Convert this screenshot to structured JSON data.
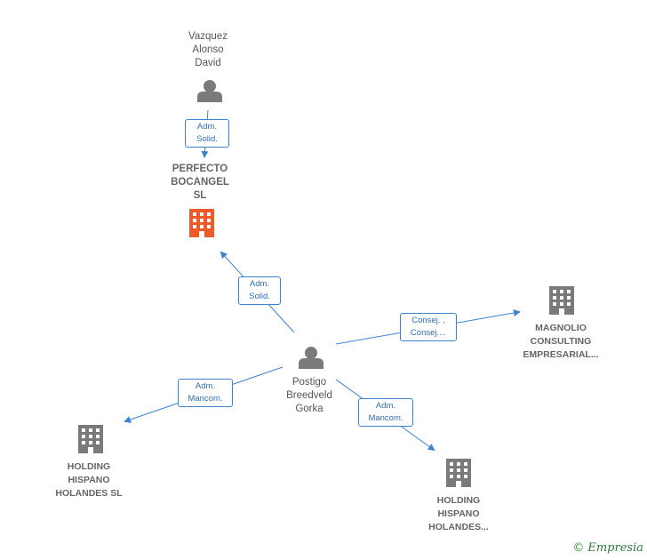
{
  "colors": {
    "edge": "#3d82d1",
    "person_icon": "#7a7a7a",
    "company_icon": "#7a7a7a",
    "highlight_company_icon": "#f05a28"
  },
  "nodes": {
    "vazquez": {
      "label": "Vazquez\nAlonso\nDavid",
      "icon": "person-icon"
    },
    "perfecto": {
      "label": "PERFECTO\nBOCANGEL\nSL",
      "icon": "building-icon"
    },
    "postigo": {
      "label": "Postigo\nBreedveld\nGorka",
      "icon": "person-icon"
    },
    "magnolio": {
      "label": "MAGNOLIO\nCONSULTING\nEMPRESARIAL...",
      "icon": "building-icon"
    },
    "holding1": {
      "label": "HOLDING\nHISPANO\nHOLANDES SL",
      "icon": "building-icon"
    },
    "holding2": {
      "label": "HOLDING\nHISPANO\nHOLANDES...",
      "icon": "building-icon"
    }
  },
  "edges": {
    "e1": "Adm.\nSolid.",
    "e2": "Adm.\nSolid.",
    "e3": "Consej. ,\nConsej....",
    "e4": "Adm.\nMancom.",
    "e5": "Adm.\nMancom."
  },
  "brand": {
    "copyright": "©",
    "name": "Empresia"
  }
}
